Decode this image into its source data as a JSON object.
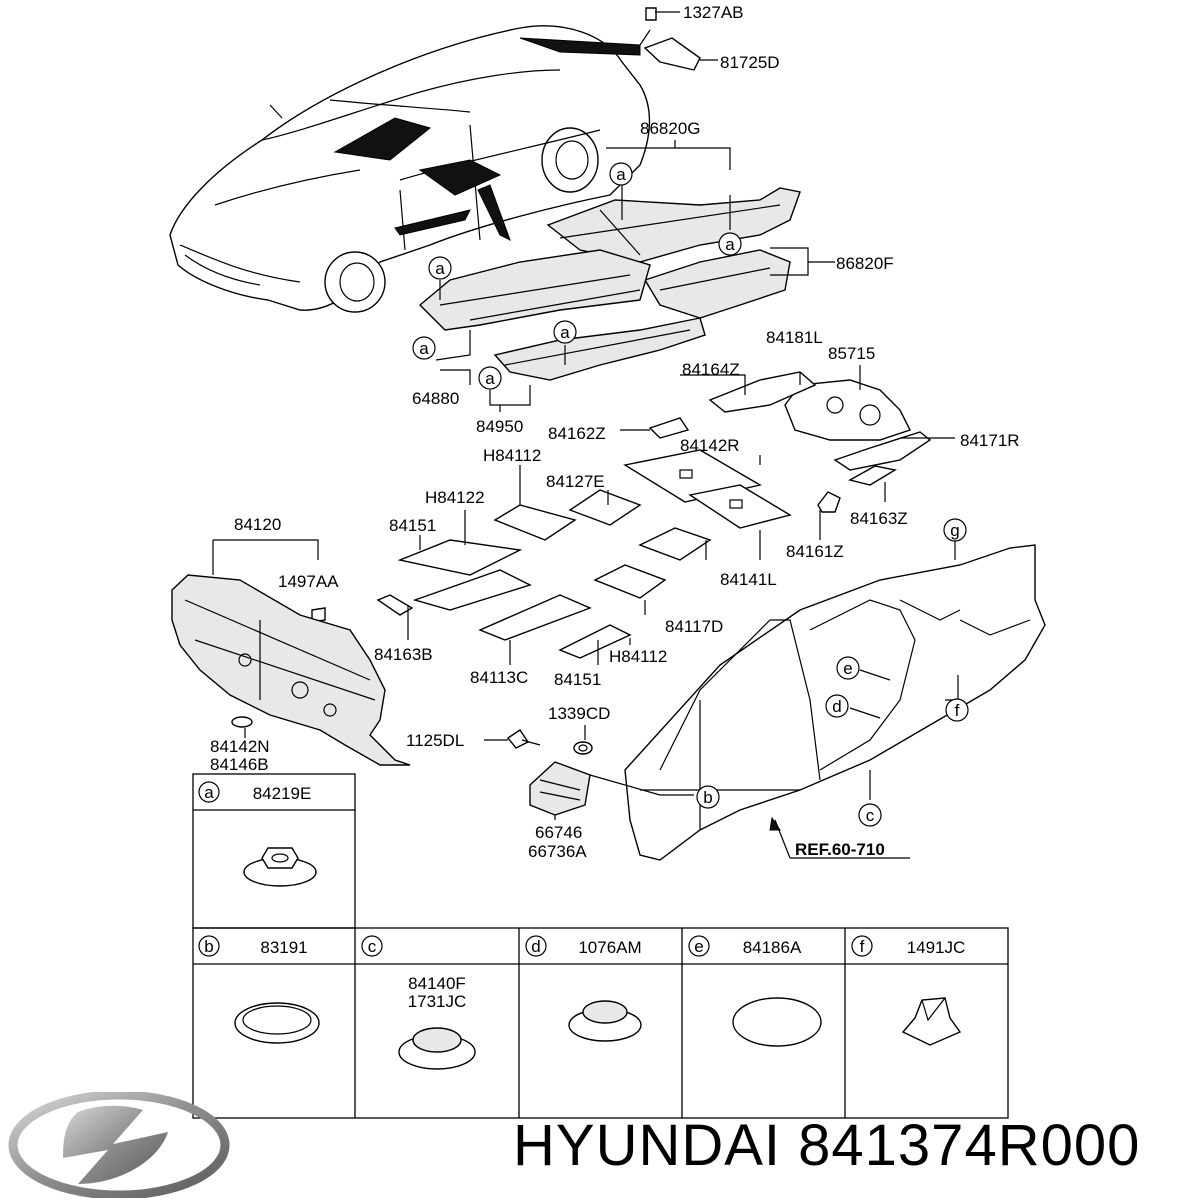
{
  "brand": {
    "name": "HYUNDAI",
    "part_number": "841374R000"
  },
  "callouts": {
    "p1327AB": "1327AB",
    "p81725D": "81725D",
    "p86820G": "86820G",
    "p86820F": "86820F",
    "p64880": "64880",
    "p84950": "84950",
    "p84181L": "84181L",
    "p85715": "85715",
    "p84164Z": "84164Z",
    "p84162Z": "84162Z",
    "p84171R": "84171R",
    "p84142R": "84142R",
    "pH84112a": "H84112",
    "p84127E": "84127E",
    "pH84122": "H84122",
    "p84120": "84120",
    "p84151a": "84151",
    "p1497AA": "1497AA",
    "p84163Z": "84163Z",
    "p84161Z": "84161Z",
    "p84141L": "84141L",
    "p84163B": "84163B",
    "p84117D": "84117D",
    "p84113C": "84113C",
    "p84151b": "84151",
    "pH84112b": "H84112",
    "p1339CD": "1339CD",
    "p1125DL": "1125DL",
    "p84142N": "84142N",
    "p84146B": "84146B",
    "p66746": "66746",
    "p66736A": "66736A",
    "ref": "REF.60-710"
  },
  "letters": {
    "a": "a",
    "b": "b",
    "c": "c",
    "d": "d",
    "e": "e",
    "f": "f",
    "g": "g"
  },
  "legend": {
    "a": {
      "letter": "a",
      "part": "84219E"
    },
    "b": {
      "letter": "b",
      "part": "83191"
    },
    "c": {
      "letter": "c",
      "part": "",
      "parts_line1": "84140F",
      "parts_line2": "1731JC"
    },
    "d": {
      "letter": "d",
      "part": "1076AM"
    },
    "e": {
      "letter": "e",
      "part": "84186A"
    },
    "f": {
      "letter": "f",
      "part": "1491JC"
    }
  }
}
